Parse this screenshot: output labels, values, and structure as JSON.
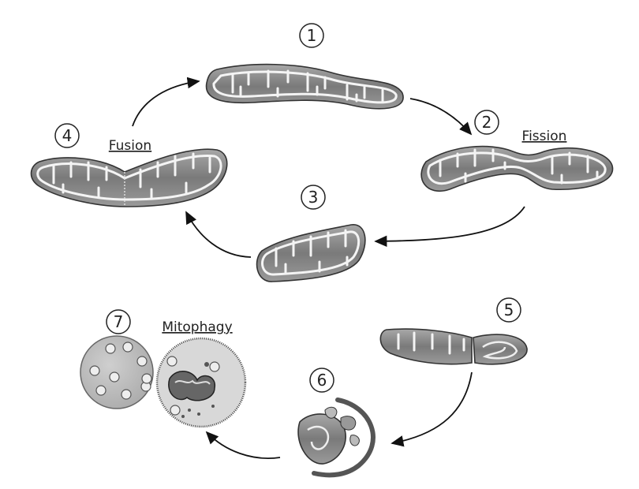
{
  "diagram": {
    "steps": [
      "1",
      "2",
      "3",
      "4",
      "5",
      "6",
      "7"
    ],
    "labels": {
      "fusion": "Fusion",
      "fission": "Fission",
      "mitophagy": "Mitophagy"
    },
    "colors": {
      "mito_fill": "#8a8a8a",
      "lysosome": "#b5b5b5",
      "outline": "#333333"
    }
  }
}
